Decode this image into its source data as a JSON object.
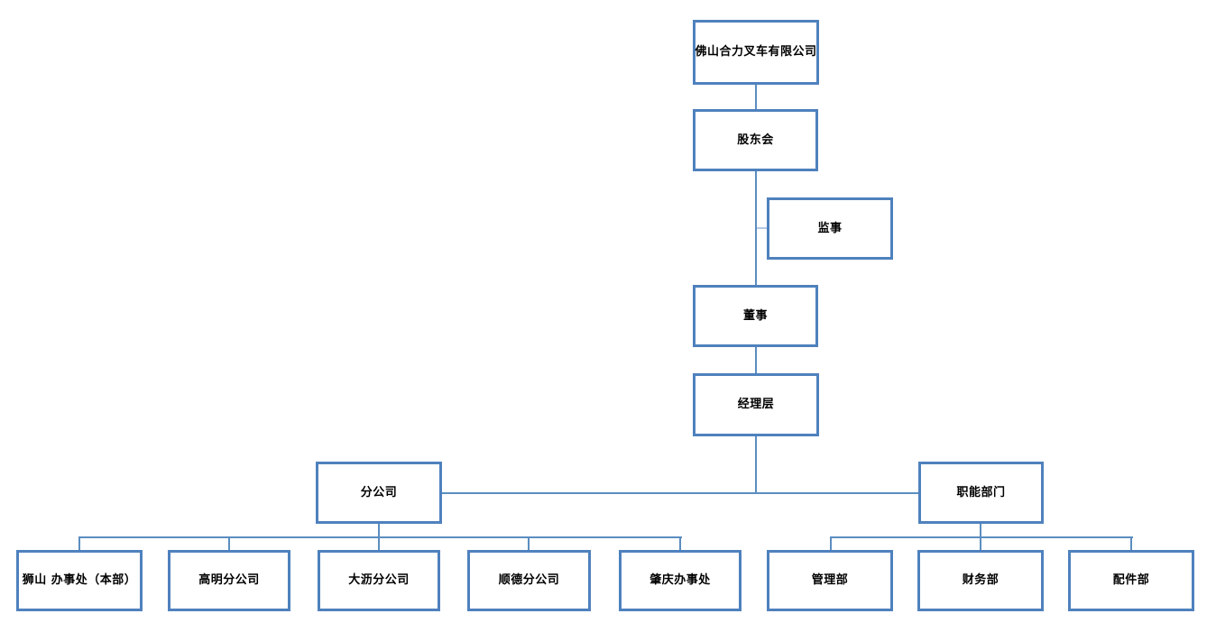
{
  "diagram": {
    "type": "org-chart",
    "colors": {
      "background": "#FFFFFF",
      "box_border": "#4F81BD",
      "connector": "#5B8DC0",
      "connector_light": "#B3C9E4",
      "text": "#000000"
    },
    "nodes": {
      "company": {
        "label": "佛山合力叉车有限公司"
      },
      "shareholders": {
        "label": "股东会"
      },
      "supervisor": {
        "label": "监事"
      },
      "director": {
        "label": "董事"
      },
      "management": {
        "label": "经理层"
      },
      "branches": {
        "label": "分公司"
      },
      "functional": {
        "label": "职能部门"
      },
      "shishan": {
        "label": "狮山 办事处（本部）"
      },
      "gaoming": {
        "label": "高明分公司"
      },
      "dali": {
        "label": "大沥分公司"
      },
      "shunde": {
        "label": "顺德分公司"
      },
      "zhaoqing": {
        "label": "肇庆办事处"
      },
      "admin": {
        "label": "管理部"
      },
      "finance": {
        "label": "财务部"
      },
      "parts": {
        "label": "配件部"
      }
    },
    "edges": [
      {
        "from": "company",
        "to": "shareholders"
      },
      {
        "from": "shareholders",
        "to": "supervisor"
      },
      {
        "from": "shareholders",
        "to": "director"
      },
      {
        "from": "director",
        "to": "management"
      },
      {
        "from": "management",
        "to": "branches"
      },
      {
        "from": "management",
        "to": "functional"
      },
      {
        "from": "branches",
        "to": "shishan"
      },
      {
        "from": "branches",
        "to": "gaoming"
      },
      {
        "from": "branches",
        "to": "dali"
      },
      {
        "from": "branches",
        "to": "shunde"
      },
      {
        "from": "branches",
        "to": "zhaoqing"
      },
      {
        "from": "functional",
        "to": "admin"
      },
      {
        "from": "functional",
        "to": "finance"
      },
      {
        "from": "functional",
        "to": "parts"
      }
    ]
  }
}
